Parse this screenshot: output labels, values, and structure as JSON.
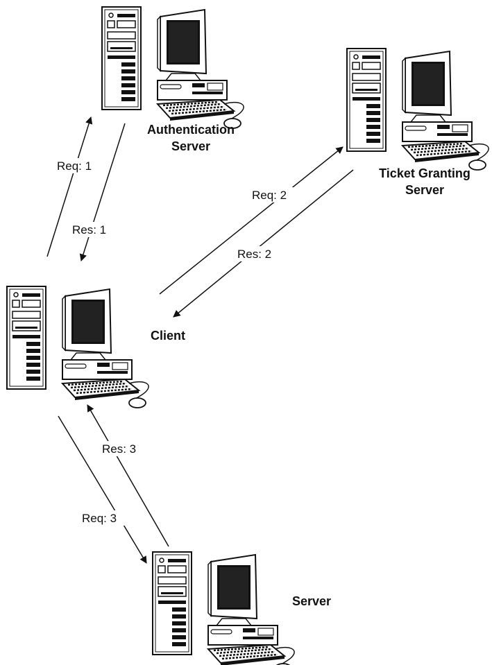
{
  "nodes": {
    "auth": {
      "line1": "Authentication",
      "line2": "Server"
    },
    "tgs": {
      "line1": "Ticket Granting",
      "line2": "Server"
    },
    "client": {
      "label": "Client"
    },
    "server": {
      "label": "Server"
    }
  },
  "messages": {
    "req1": "Req: 1",
    "res1": "Res: 1",
    "req2": "Req: 2",
    "res2": "Res: 2",
    "res3": "Res: 3",
    "req3": "Req: 3"
  }
}
